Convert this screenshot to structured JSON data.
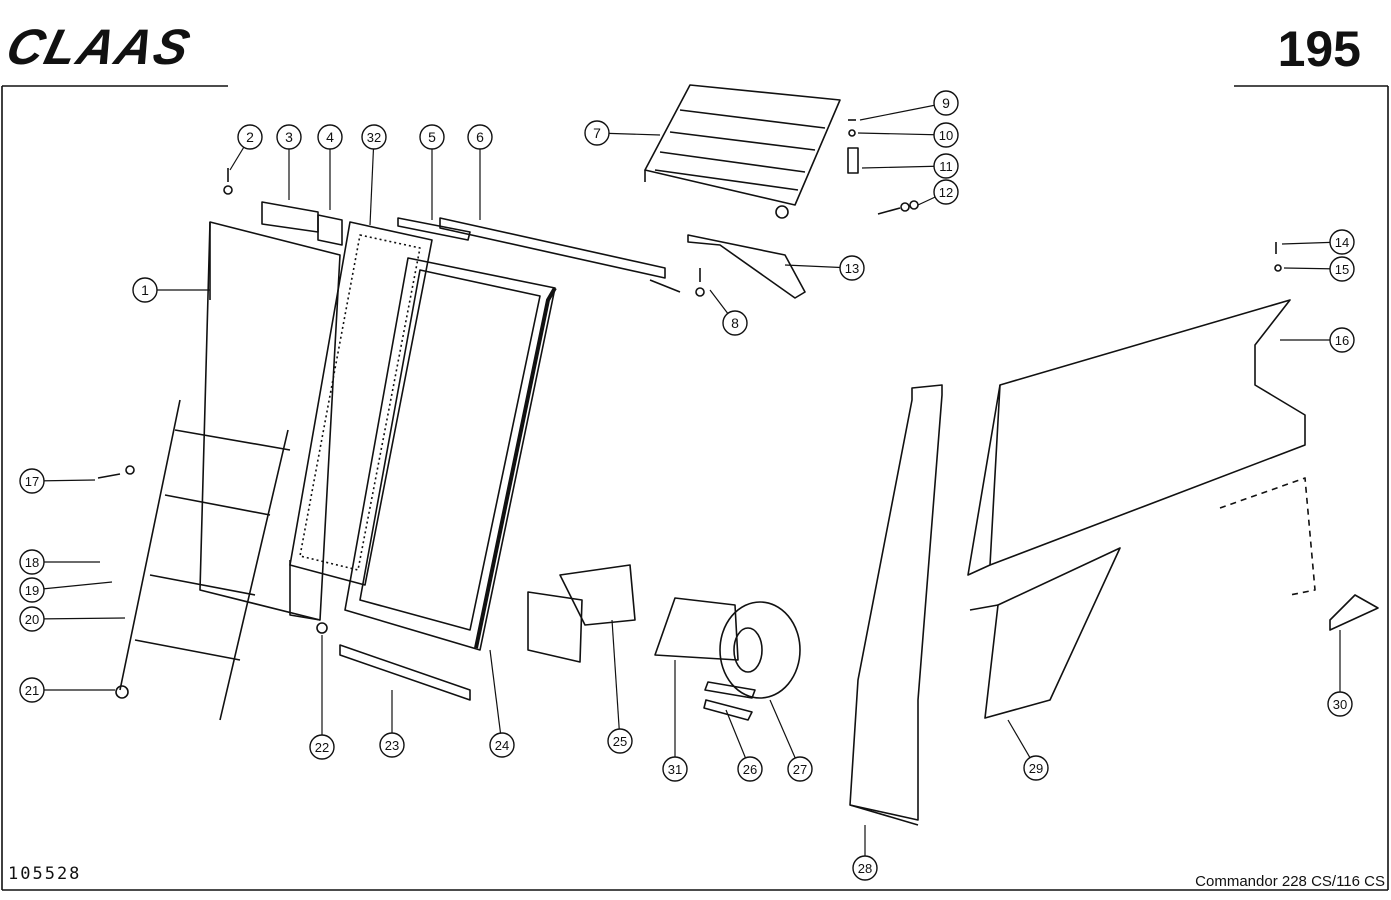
{
  "header": {
    "logo_text": "CLAAS",
    "page_number": "195"
  },
  "footer": {
    "drawing_number": "105528",
    "model": "Commandor 228 CS/116 CS"
  },
  "callouts": [
    "1",
    "2",
    "3",
    "4",
    "32",
    "5",
    "6",
    "7",
    "8",
    "9",
    "10",
    "11",
    "12",
    "13",
    "14",
    "15",
    "16",
    "17",
    "18",
    "19",
    "20",
    "21",
    "22",
    "23",
    "24",
    "25",
    "31",
    "26",
    "27",
    "28",
    "29",
    "30"
  ],
  "colors": {
    "ink": "#111111",
    "paper": "#ffffff"
  }
}
